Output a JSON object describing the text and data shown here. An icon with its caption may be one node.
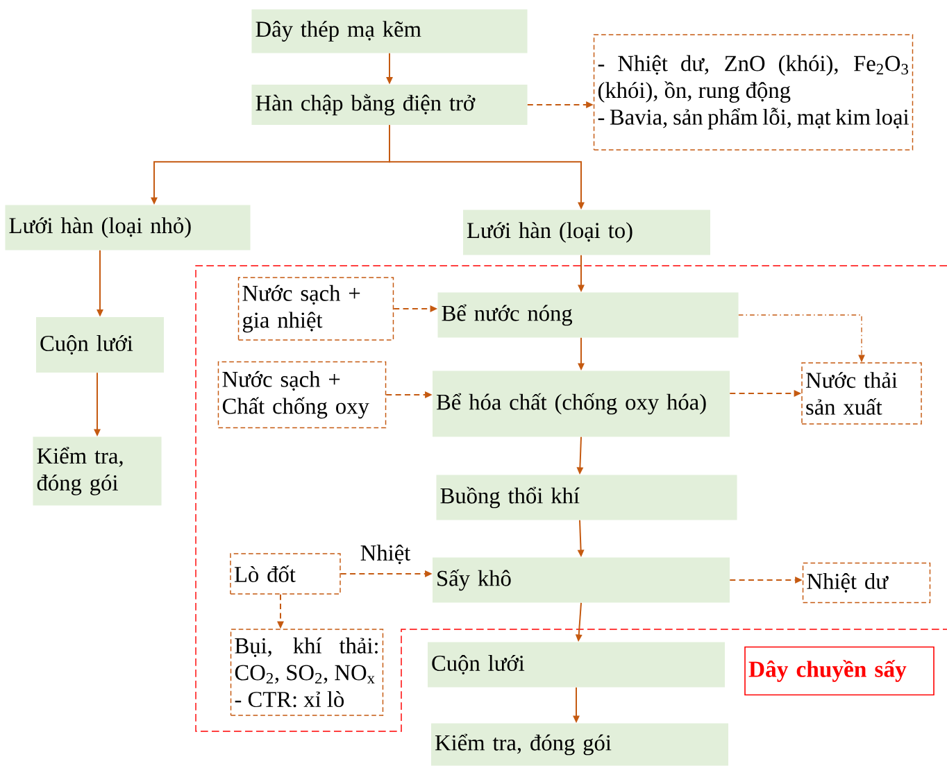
{
  "diagram": {
    "nodes": [
      {
        "text": [
          "Dây thép mạ kẽm"
        ]
      },
      {
        "text": [
          "Hàn chập bằng điện trở"
        ]
      },
      {
        "text": [
          "- Nhiệt dư, ZnO (khói), Fe$_{2}$O$_{3}$ (khói), ồn, rung động",
          "- Bavia, sản phẩm lỗi, mạt kim loại"
        ]
      },
      {
        "text": [
          "Lưới hàn (loại nhỏ)"
        ]
      },
      {
        "text": [
          "Lưới hàn (loại to)"
        ]
      },
      {
        "text": [
          "Cuộn lưới"
        ]
      },
      {
        "text": [
          "Kiểm tra, đóng gói"
        ]
      },
      {
        "text": [
          "Nước sạch + gia nhiệt"
        ]
      },
      {
        "text": [
          "Bể nước nóng"
        ]
      },
      {
        "text": [
          "Nước sạch + Chất chống oxy"
        ]
      },
      {
        "text": [
          "Bể hóa chất (chống oxy hóa)"
        ]
      },
      {
        "text": [
          "Nước thải sản xuất"
        ]
      },
      {
        "text": [
          "Buồng thổi khí"
        ]
      },
      {
        "text": [
          "Lò đốt"
        ]
      },
      {
        "text": [
          "Sấy khô"
        ]
      },
      {
        "text": [
          "Nhiệt dư"
        ]
      },
      {
        "text": [
          "Bụi, khí thải: CO$_{2}$, SO$_{2}$, NO$_{x}$",
          "- CTR: xỉ lò"
        ]
      },
      {
        "text": [
          "Cuộn lưới"
        ]
      },
      {
        "text": [
          "Kiểm tra, đóng gói"
        ]
      },
      {
        "text": [
          "Dây chuyền sấy"
        ]
      }
    ],
    "edges": [
      {
        "from": 0,
        "to": 1,
        "arrow": "to"
      },
      {
        "from": 1,
        "to": 2,
        "arrow": "to",
        "style": "dashed"
      },
      {
        "from": 1,
        "to": 3,
        "arrow": "to"
      },
      {
        "from": 1,
        "to": 4,
        "arrow": "to"
      },
      {
        "from": 3,
        "to": 5,
        "arrow": "to"
      },
      {
        "from": 5,
        "to": 6,
        "arrow": "to"
      },
      {
        "from": 4,
        "to": 8,
        "arrow": "to"
      },
      {
        "from": 7,
        "to": 8,
        "arrow": "to",
        "style": "dashed"
      },
      {
        "from": 8,
        "to": 10,
        "arrow": "to"
      },
      {
        "from": 8,
        "to": 11,
        "arrow": "to",
        "style": "dashed"
      },
      {
        "from": 9,
        "to": 10,
        "arrow": "to",
        "style": "dashed"
      },
      {
        "from": 10,
        "to": 11,
        "arrow": "to",
        "style": "dashed"
      },
      {
        "from": 10,
        "to": 12,
        "arrow": "to"
      },
      {
        "from": 12,
        "to": 14,
        "arrow": "to"
      },
      {
        "from": 13,
        "to": 14,
        "arrow": "to",
        "style": "dashed",
        "label": "Nhiệt"
      },
      {
        "from": 13,
        "to": 16,
        "arrow": "to",
        "style": "dashed"
      },
      {
        "from": 14,
        "to": 15,
        "arrow": "to",
        "style": "dashed"
      },
      {
        "from": 14,
        "to": 17,
        "arrow": "to"
      },
      {
        "from": 17,
        "to": 18,
        "arrow": "to"
      }
    ]
  }
}
